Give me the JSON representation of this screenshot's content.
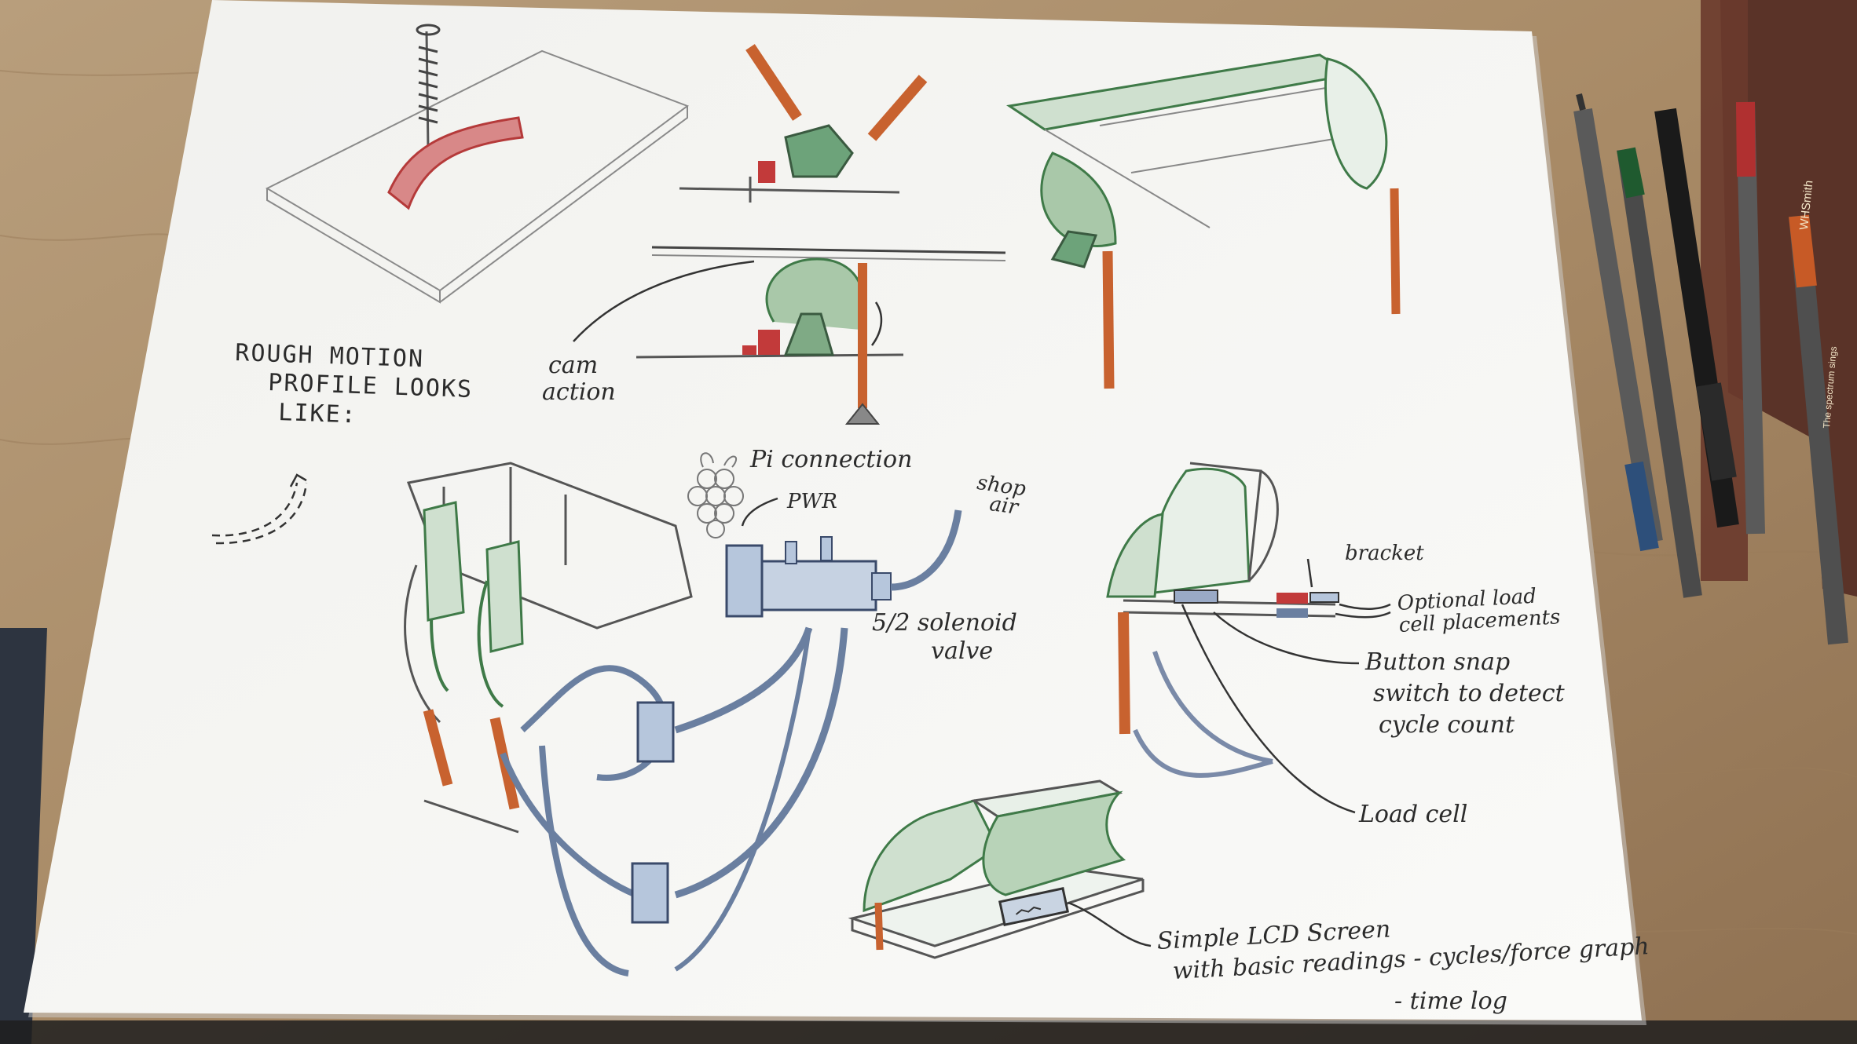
{
  "colors": {
    "desk": "#b89a76",
    "paper": "#f4f4f1",
    "pencil_green": "#3f7a48",
    "pencil_red": "#c23a3a",
    "pencil_orange": "#c8622f",
    "pencil_blue": "#5a7aa6",
    "graphite": "#3a3a3a"
  },
  "notes": {
    "motion_profile_line1": "ROUGH MOTION",
    "motion_profile_line2": "PROFILE LOOKS",
    "motion_profile_line3": "LIKE:",
    "cam_line1": "cam",
    "cam_line2": "action",
    "pi_connection": "Pi connection",
    "pwr": "PWR",
    "shop_air_line1": "shop",
    "shop_air_line2": "air",
    "solenoid_line1": "5/2 solenoid",
    "solenoid_line2": "valve",
    "bracket": "bracket",
    "load_cell_placements_line1": "Optional load",
    "load_cell_placements_line2": "cell placements",
    "button_snap_line1": "Button snap",
    "button_snap_line2": "switch to detect",
    "button_snap_line3": "cycle count",
    "load_cell": "Load cell",
    "lcd_line1": "Simple LCD Screen",
    "lcd_line2": "with basic readings - cycles/force graph",
    "lcd_line3": "- time log"
  },
  "pencils": {
    "pencil_brand": "WHSmith",
    "pencil_slogan": "The spectrum sings"
  },
  "icons": [
    "raspberry-pi-icon",
    "curved-arrow-icon"
  ]
}
